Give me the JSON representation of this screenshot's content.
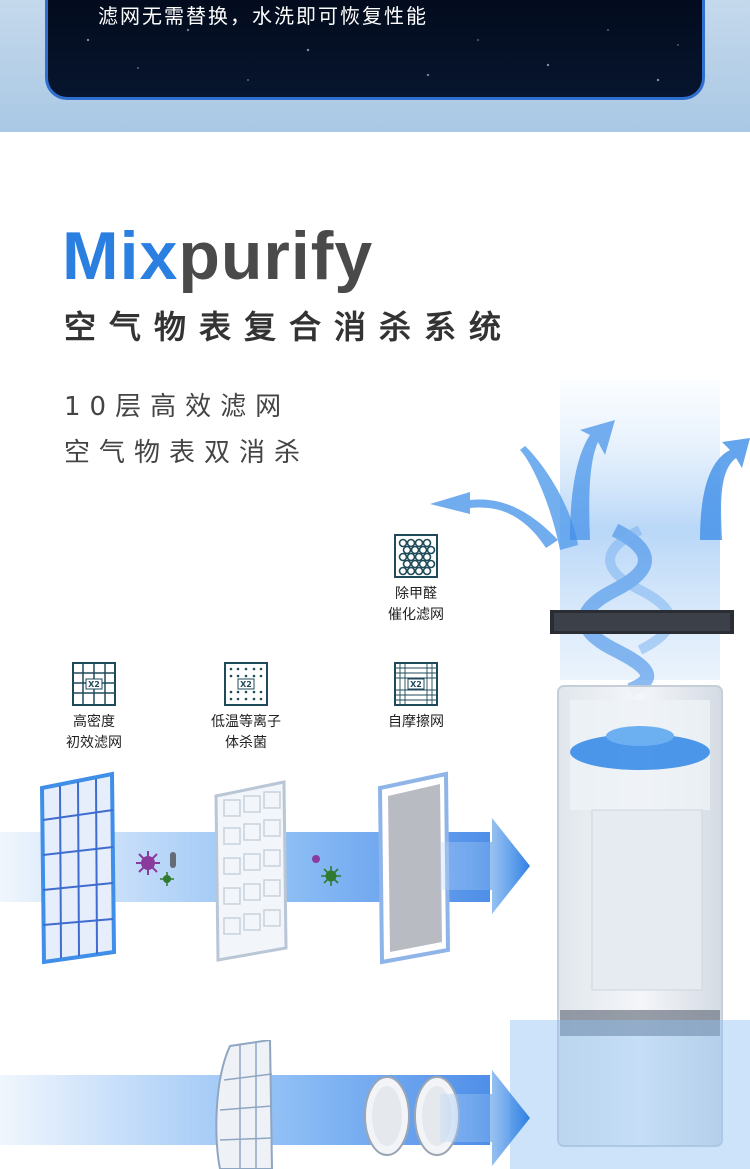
{
  "banner": {
    "text": "滤网无需替换，水洗即可恢复性能"
  },
  "brand": {
    "part_blue": "Mix",
    "part_gray": "purify",
    "subtitle": "空气物表复合消杀系统",
    "desc_line1": "10层高效滤网",
    "desc_line2": "空气物表双消杀"
  },
  "filters": {
    "catalyst": {
      "label_line1": "除甲醛",
      "label_line2": "催化滤网",
      "icon": "honeycomb-icon"
    },
    "primary": {
      "label_line1": "高密度",
      "label_line2": "初效滤网",
      "badge": "X2",
      "icon": "grid-icon"
    },
    "plasma": {
      "label_line1": "低温等离子",
      "label_line2": "体杀菌",
      "badge": "X2",
      "icon": "dotted-grid-icon"
    },
    "friction": {
      "label_line1": "自摩擦网",
      "label_line2": "",
      "badge": "X2",
      "icon": "mesh-icon"
    }
  },
  "colors": {
    "brand_blue": "#2a7fe0",
    "brand_gray": "#4a4a4a",
    "air_blue": "#3f8ee8"
  }
}
